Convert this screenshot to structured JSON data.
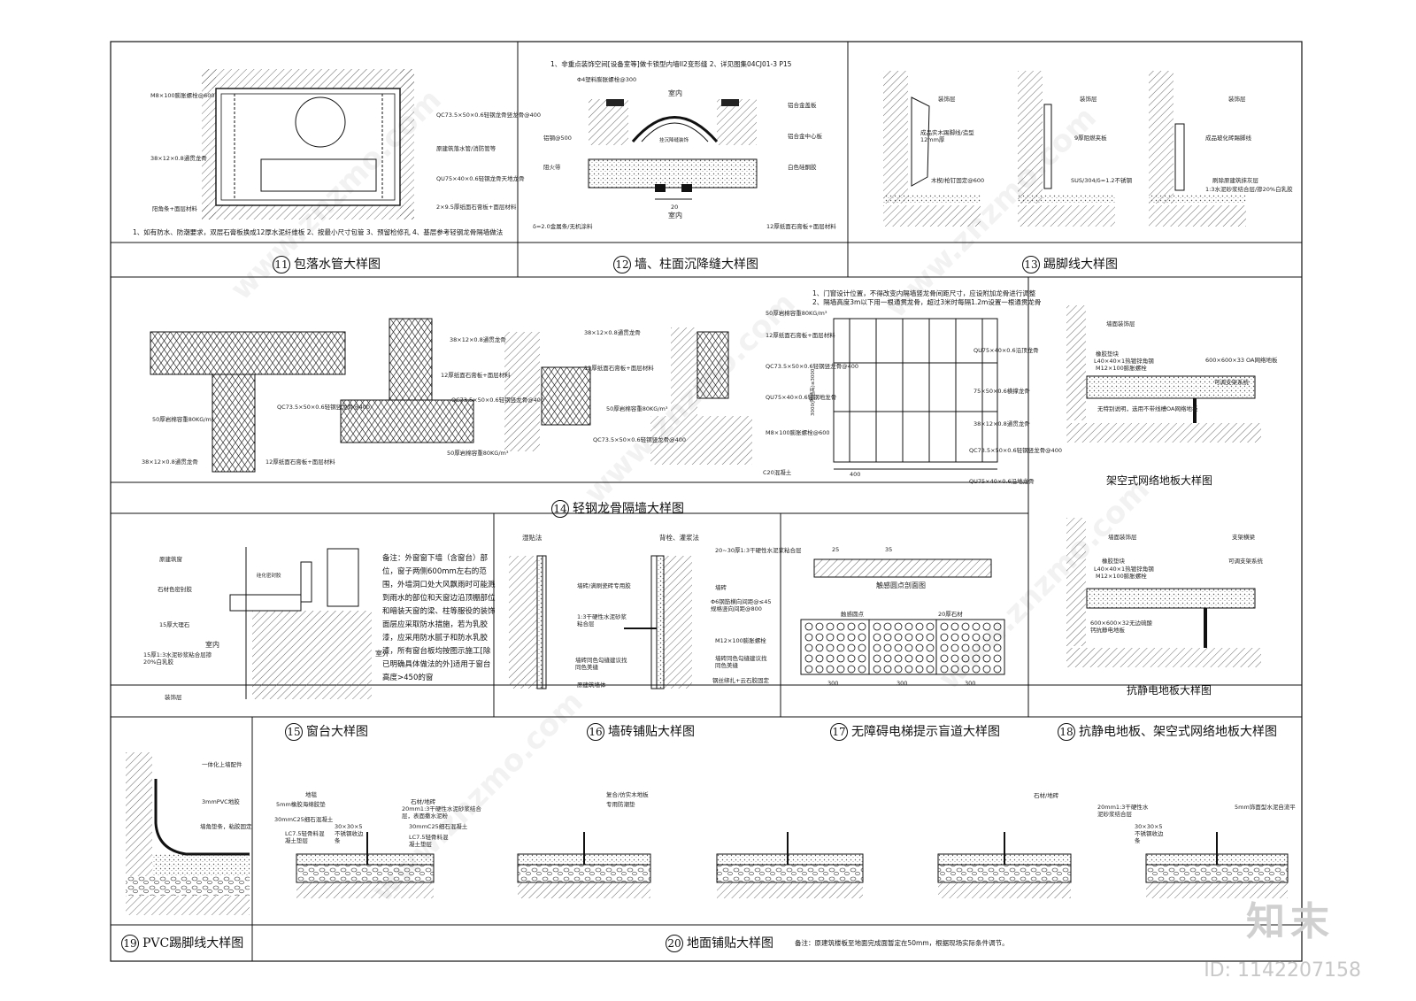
{
  "panels": {
    "p11": {
      "num": "11",
      "title": "包落水管大样图",
      "note": "1、如有防水、防潮要求，双层石膏板换成12厚水泥纤维板  2、按最小尺寸包管  3、预留检修孔  4、基层参考轻钢龙骨隔墙做法",
      "labels": [
        "M8×100膨胀螺栓@600",
        "38×12×0.8通贯龙骨",
        "阳角条+面层材料",
        "QC73.5×50×0.6轻钢龙骨竖龙骨@400",
        "原建筑落水管/消防管等",
        "QU75×40×0.6轻钢龙骨天地龙骨",
        "2×9.5厚纸面石膏板+面层材料"
      ]
    },
    "p12": {
      "num": "12",
      "title": "墙、柱面沉降缝大样图",
      "note": "1、非重点装饰空间[设备室等]做卡锁型内墙II2变形缝   2、详见图集04CJ01-3  P15",
      "labels": [
        "Φ4塑料膨胀螺栓@300",
        "室内",
        "铝合金盖板",
        "铝合金中心板",
        "铝钢@500",
        "挂沉降缝装饰",
        "阻火带",
        "白色硅酮胶",
        "δ=2.0金属条/无机涂料",
        "20",
        "室内",
        "12厚纸面石膏板+面层材料"
      ]
    },
    "p13": {
      "num": "13",
      "title": "踢脚线大样图",
      "labels": [
        "装饰层",
        "成品实木踢脚线/造型12mm厚",
        "木楔/枪钉固定@600",
        "装饰层",
        "9厚阻燃夹板",
        "SUS/304/δ=1.2不锈钢",
        "装饰层",
        "成品玻化砖踢脚线",
        "刷除原建筑抹灰层",
        "1:3水泥砂浆结合层/掺20%白乳胶"
      ]
    },
    "p14": {
      "num": "14",
      "title": "轻钢龙骨隔墙大样图",
      "note": "1、门窗设计位置，不得改变内隔墙竖龙骨间距尺寸，应设附加龙骨进行调整\n2、隔墙高度3m以下用一根通贯龙骨，超过3米时每隔1.2m设置一根通贯龙骨",
      "labels": [
        "50厚岩棉容重80KG/m³",
        "38×12×0.8通贯龙骨",
        "QC73.5×50×0.6轻钢竖龙骨@400",
        "12厚纸面石膏板+面层材料",
        "38×12×0.8通贯龙骨",
        "12厚纸面石膏板+面层材料",
        "QC73.5×50×0.6轻钢竖龙骨@400",
        "50厚岩棉容重80KG/m³",
        "38×12×0.8通贯龙骨",
        "12厚纸面石膏板+面层材料",
        "50厚岩棉容重80KG/m³",
        "QC73.5×50×0.6轻钢竖龙骨@400",
        "50厚岩棉容重80KG/m³",
        "12厚纸面石膏板+面层材料",
        "QC73.5×50×0.6轻钢竖龙骨@400",
        "QU75×40×0.6轻钢地龙骨",
        "M8×100膨胀螺栓@600",
        "C20混凝土",
        "QU75×40×0.6沿顶龙骨",
        "75×50×0.6横撑龙骨",
        "38×12×0.8通贯龙骨",
        "QC73.5×50×0.6轻钢竖龙骨@400",
        "QU75×40×0.6沿地龙骨",
        "400",
        "3000(隔墙高)≤3000"
      ]
    },
    "p15": {
      "num": "15",
      "title": "窗台大样图",
      "para": "备注：外窗窗下墙（含窗台）部位，窗子两侧600mm左右的范围，外墙洞口处大风飘雨时可能溅到雨水的部位和天窗边沿顶棚部位和暗装天窗的梁、柱等服役的装饰面层应采取防水措施，若为乳胶漆，应采用防水腻子和防水乳胶漆，所有窗台板均按图示施工[除已明确具体做法的外]适用于窗台高度>450的窗",
      "labels": [
        "原建筑窗",
        "石材色密封胶",
        "15厚大理石",
        "15厚1:3水泥砂浆粘合层掺20%白乳胶",
        "装饰层",
        "硅化密封胶",
        "室内",
        "室外"
      ]
    },
    "p16": {
      "num": "16",
      "title": "墙砖铺贴大样图",
      "labels": [
        "湿贴法",
        "背栓、灌浆法",
        "墙砖/满刷瓷砖专用胶",
        "1:3干硬性水泥砂浆粘合层",
        "墙砖同色勾缝建议找同色美缝",
        "原建筑墙体",
        "20~30厚1:3干硬性水泥浆粘合层",
        "墙砖",
        "Φ6钢筋横向间距@≤45规格竖向间距@800",
        "M12×100膨胀螺栓",
        "墙砖同色勾缝建议找同色美缝",
        "钢丝绑扎+云石胶固定"
      ]
    },
    "p17": {
      "num": "17",
      "title": "无障碍电梯提示盲道大样图",
      "labels": [
        "触感圆点剖面图",
        "触感圆点",
        "20厚石材",
        "300",
        "300",
        "300",
        "25",
        "35"
      ]
    },
    "p18": {
      "num": "18",
      "title": "抗静电地板、架空式网络地板大样图",
      "sub1": "架空式网络地板大样图",
      "sub2": "抗静电地板大样图",
      "labels": [
        "墙面装饰层",
        "橡胶垫块",
        "L40×40×1热镀锌角钢",
        "M12×100膨胀螺栓",
        "无特别说明，选用不带线槽OA网络地板",
        "600×600×33 OA网络地板",
        "可调支架系统",
        "墙面装饰层",
        "橡胶垫块",
        "L40×40×1热镀锌角钢",
        "M12×100膨胀螺栓",
        "600×600×32无边硫酸钙抗静电地板",
        "支架横梁",
        "可调支架系统"
      ]
    },
    "p19": {
      "num": "19",
      "title": "PVC踢脚线大样图",
      "labels": [
        "一体化上墙配件",
        "3mmPVC地胶",
        "墙角垫条，粘胶固定"
      ]
    },
    "p20": {
      "num": "20",
      "title": "地面铺贴大样图",
      "note": "备注：原建筑楼板至地面完成面暂定在50mm，根据现场实际条件调节。",
      "labels": [
        "地毯",
        "5mm橡胶海绵胶垫",
        "30mmC25细石混凝土",
        "LC7.5轻骨料混凝土垫层",
        "30×30×5不锈钢收边条",
        "石材/地砖",
        "20mm1:3干硬性水泥砂浆结合层，表面撒水泥粉",
        "30mmC25细石混凝土",
        "LC7.5轻骨料混凝土垫层",
        "复合/仿实木地板",
        "专用防潮垫",
        "5mm饰面型水泥自流平",
        "石材/地砖",
        "20mm1:3干硬性水泥砂浆结合层",
        "30×30×5不锈钢收边条"
      ]
    }
  },
  "brand": "知末",
  "id_text": "ID: 1142207158",
  "watermark": "www.znzmo.com",
  "colors": {
    "line": "#111111",
    "hatch": "#555555",
    "watermark": "#000000"
  }
}
